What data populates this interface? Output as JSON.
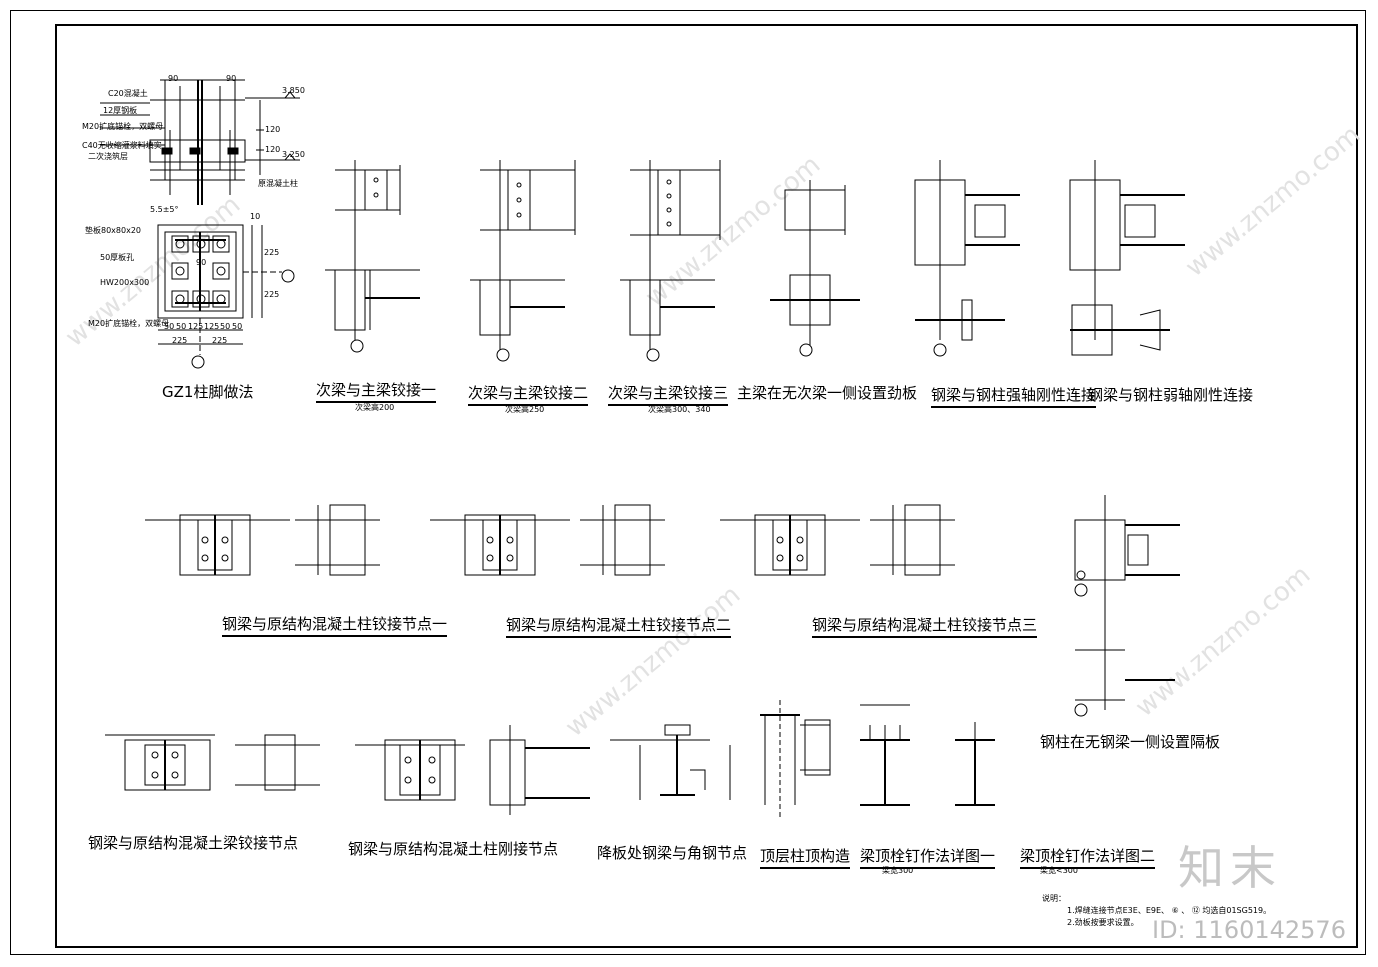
{
  "drawing_titles": {
    "gz1": "GZ1柱脚做法",
    "hinge1": "次梁与主梁铰接一",
    "hinge1_sub": "次梁高200",
    "hinge2": "次梁与主梁铰接二",
    "hinge2_sub": "次梁高250",
    "hinge3": "次梁与主梁铰接三",
    "hinge3_sub": "次梁高300、340",
    "stiffener": "主梁在无次梁一侧设置劲板",
    "strong_axis": "钢梁与钢柱强轴刚性连接",
    "weak_axis": "钢梁与钢柱弱轴刚性连接",
    "conc_node1": "钢梁与原结构混凝土柱铰接节点一",
    "conc_node2": "钢梁与原结构混凝土柱铰接节点二",
    "conc_node3": "钢梁与原结构混凝土柱铰接节点三",
    "column_diaphragm": "钢柱在无钢梁一侧设置隔板",
    "conc_beam": "钢梁与原结构混凝土梁铰接节点",
    "conc_rigid": "钢梁与原结构混凝土柱刚接节点",
    "slab_drop": "降板处钢梁与角钢节点",
    "top_column": "顶层柱顶构造",
    "stud1": "梁顶栓钉作法详图一",
    "stud1_sub": "梁宽300",
    "stud2": "梁顶栓钉作法详图二",
    "stud2_sub": "梁宽<300"
  },
  "gz1_annotations": {
    "elev_top": "3.850",
    "elev_mid": "3.250",
    "c20": "C20混凝土",
    "plate12": "12厚钢板",
    "m20": "M20扩底锚栓，双螺母",
    "c40": "C40无收缩灌浆料填实",
    "c40_2": "二次浇筑层",
    "column_label": "原混凝土柱",
    "dim_90a": "90",
    "dim_90b": "90",
    "dim_120a": "120",
    "dim_120b": "120",
    "angle": "5.5±5°",
    "plate_spec": "垫板80x80x20",
    "hole": "50厚板孔",
    "hw": "HW200x300",
    "m20b": "M20扩底锚栓，双螺母",
    "dims_bottom": [
      "50",
      "50",
      "125",
      "125",
      "50",
      "50"
    ],
    "dims_total": [
      "225",
      "225"
    ],
    "dims_right": [
      "225",
      "225"
    ],
    "dim_90c": "90",
    "weld": "10"
  },
  "notes": {
    "head": "说明：",
    "line1": "1.焊缝连接节点E3E、E9E、 ⑥ 、 ⑫ 均选自01SG519。",
    "line2": "2.劲板按要求设置。"
  },
  "watermark": {
    "brand": "知末",
    "id": "ID: 1160142576",
    "site": "www.znzmo.com"
  }
}
